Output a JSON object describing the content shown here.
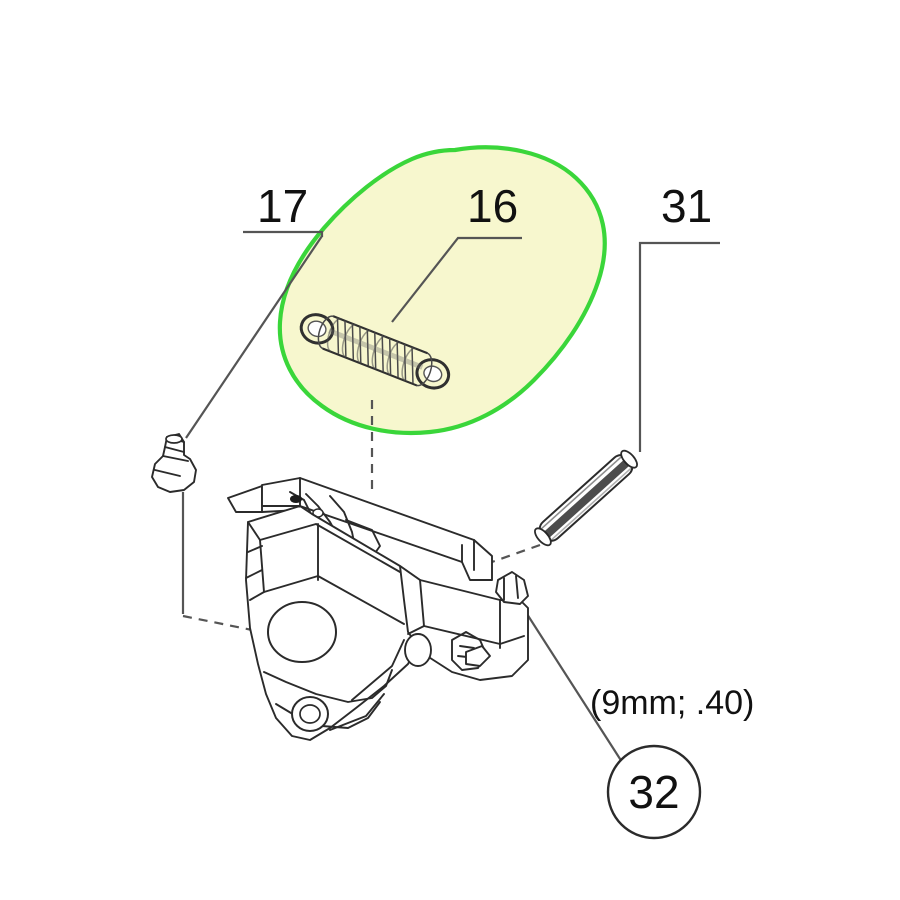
{
  "page": {
    "title": "Exploded parts diagram",
    "background_color": "#ffffff"
  },
  "highlight": {
    "name": "part-16-highlight-blob",
    "stroke_color": "#3ad63a",
    "fill_color": "#f7f7ce",
    "shape": "hand-drawn tilted oval"
  },
  "callouts": [
    {
      "id": "17",
      "label": "17",
      "name": "callout-17",
      "describes": "small cam / detent piece",
      "highlighted": false
    },
    {
      "id": "16",
      "label": "16",
      "name": "callout-16",
      "describes": "coil extension spring",
      "highlighted": true
    },
    {
      "id": "31",
      "label": "31",
      "name": "callout-31",
      "describes": "cylindrical roll pin",
      "highlighted": false
    },
    {
      "id": "32",
      "label": "32",
      "name": "callout-32",
      "describes": "circled reference number",
      "highlighted": false
    }
  ],
  "annotations": {
    "caliber_note": "(9mm; .40)"
  },
  "parts": {
    "spring": {
      "name": "coil-extension-spring",
      "number": "16"
    },
    "detent": {
      "name": "cam-detent-piece",
      "number": "17"
    },
    "pin": {
      "name": "roll-pin",
      "number": "31"
    },
    "frame": {
      "name": "frame-chassis-assembly"
    }
  },
  "colors": {
    "line": "#2b2b2b",
    "leader": "#555555",
    "text": "#111111",
    "highlight_stroke": "#3ad63a",
    "highlight_fill": "#f7f7ce"
  }
}
